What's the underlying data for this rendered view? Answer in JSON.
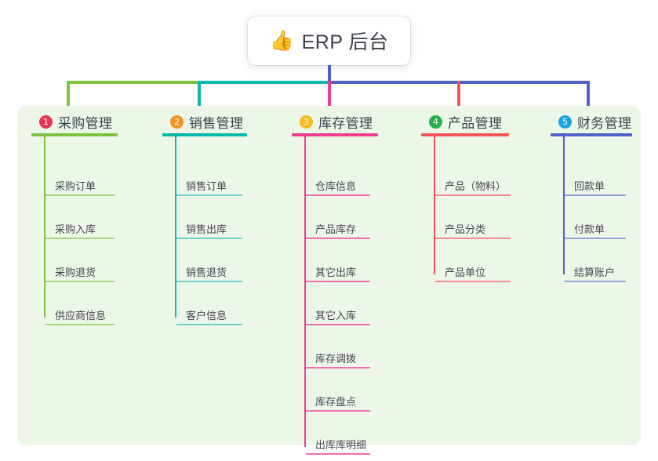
{
  "root": {
    "emoji": "👍",
    "emoji_name": "thumbs-up-icon",
    "title": "ERP 后台"
  },
  "palette": {
    "panel_bg": "#edf7e8",
    "page_bg": "#ffffff",
    "trunk": "#4f5bd5",
    "bus_green": "#7ec242",
    "bus_teal": "#08b8ac",
    "bus_blue": "#5063c9"
  },
  "columns": [
    {
      "number": "1",
      "title": "采购管理",
      "badge_color": "#e8344e",
      "line_color": "#7ec242",
      "leaf_color": "#a8d582",
      "items": [
        "采购订单",
        "采购入库",
        "采购退货",
        "供应商信息"
      ]
    },
    {
      "number": "2",
      "title": "销售管理",
      "badge_color": "#f39324",
      "line_color": "#08b8ac",
      "leaf_color": "#6fd0c8",
      "items": [
        "销售订单",
        "销售出库",
        "销售退货",
        "客户信息"
      ]
    },
    {
      "number": "3",
      "title": "库存管理",
      "badge_color": "#f5bd1f",
      "line_color": "#ef3e8f",
      "leaf_color": "#ef6fae",
      "items": [
        "仓库信息",
        "产品库存",
        "其它出库",
        "其它入库",
        "库存调拨",
        "库存盘点",
        "出库库明细"
      ]
    },
    {
      "number": "4",
      "title": "产品管理",
      "badge_color": "#23b04a",
      "line_color": "#f3555c",
      "leaf_color": "#f58d90",
      "items": [
        "产品（物料）",
        "产品分类",
        "产品单位"
      ]
    },
    {
      "number": "5",
      "title": "财务管理",
      "badge_color": "#1ba5e0",
      "line_color": "#5063c9",
      "leaf_color": "#93a5e0",
      "items": [
        "回款单",
        "付款单",
        "结算账户"
      ]
    }
  ]
}
